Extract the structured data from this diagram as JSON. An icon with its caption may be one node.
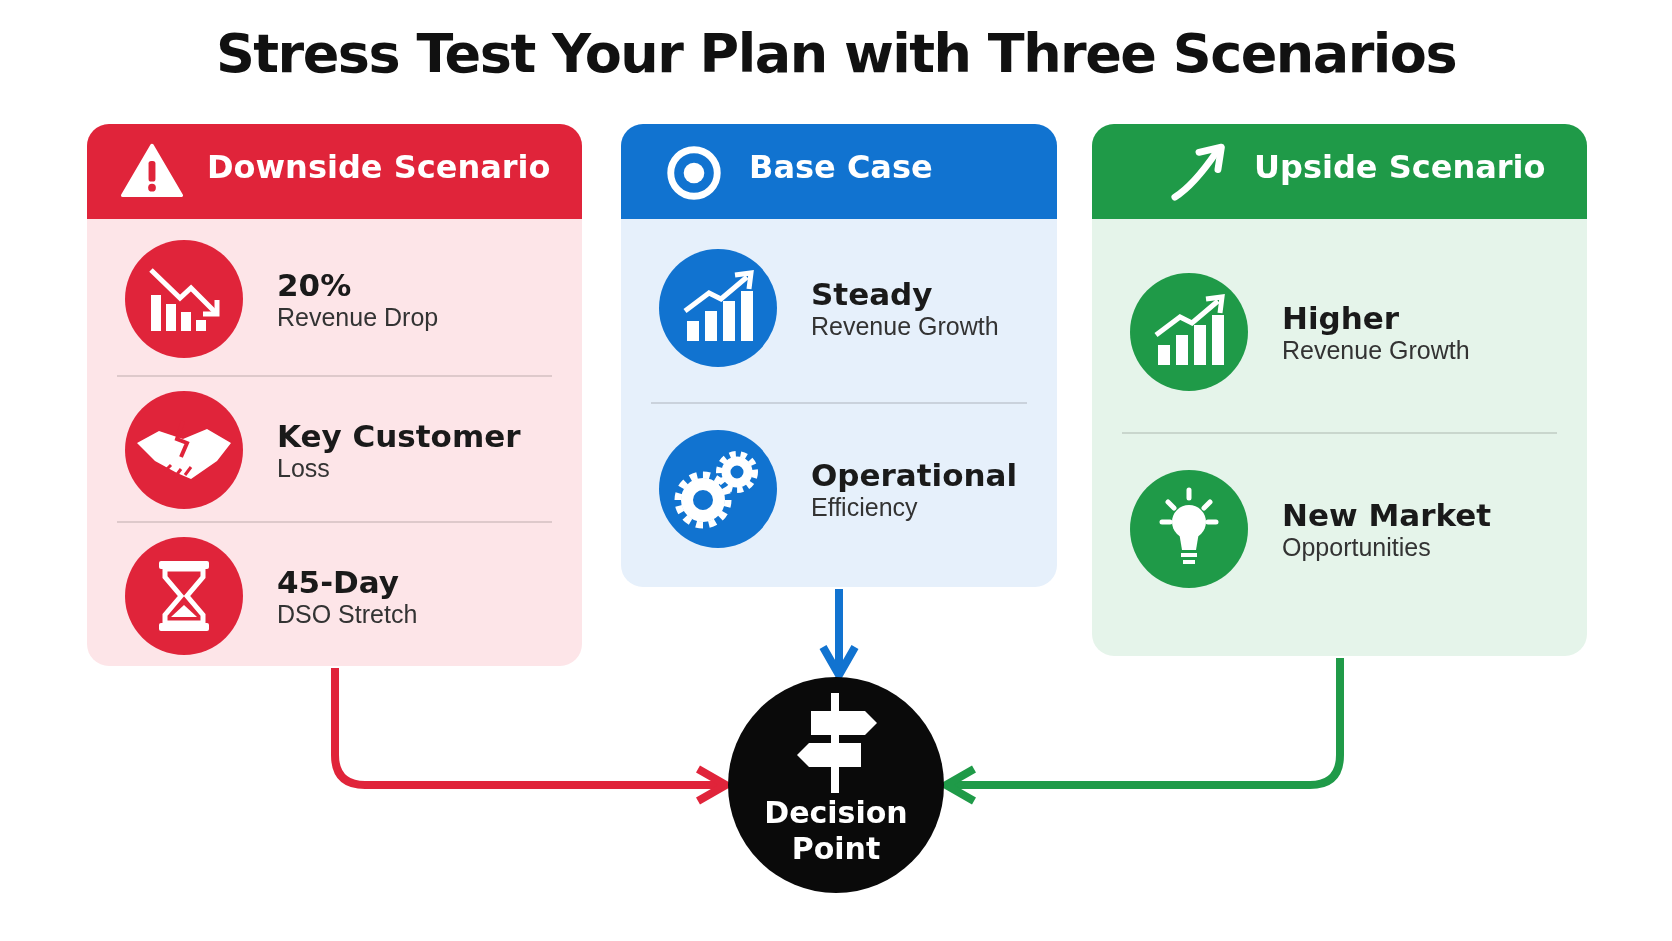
{
  "diagram": {
    "title": "Stress Test Your Plan with Three Scenarios",
    "nodes": [
      {
        "text": [
          "Downside Scenario"
        ]
      },
      {
        "text": [
          "20%",
          "Revenue Drop"
        ],
        "in": 0
      },
      {
        "text": [
          "Key Customer",
          "Loss"
        ],
        "in": 0
      },
      {
        "text": [
          "45-Day",
          "DSO Stretch"
        ],
        "in": 0
      },
      {
        "text": [
          "Base Case"
        ]
      },
      {
        "text": [
          "Steady",
          "Revenue Growth"
        ],
        "in": 4
      },
      {
        "text": [
          "Operational",
          "Efficiency"
        ],
        "in": 4
      },
      {
        "text": [
          "Upside Scenario"
        ]
      },
      {
        "text": [
          "Higher",
          "Revenue Growth"
        ],
        "in": 7
      },
      {
        "text": [
          "New Market",
          "Opportunities"
        ],
        "in": 7
      },
      {
        "text": [
          "Decision Point"
        ]
      }
    ],
    "edges": [
      {
        "from": 0,
        "to": 10,
        "arrow": "to",
        "color": "#e0243a"
      },
      {
        "from": 4,
        "to": 10,
        "arrow": "to",
        "color": "#1173d0"
      },
      {
        "from": 7,
        "to": 10,
        "arrow": "to",
        "color": "#1f9a48"
      }
    ]
  }
}
